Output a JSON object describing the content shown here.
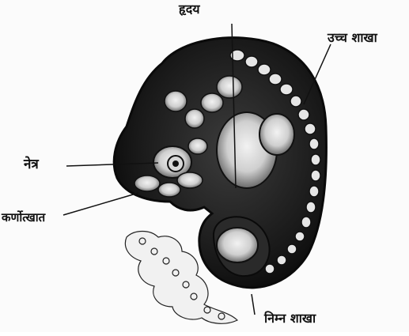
{
  "labels": {
    "top": "हृदय",
    "right": "उच्च शाखा",
    "left": "नेत्र",
    "ear": "कर्णोत्खात",
    "bottom": "निम्न शाखा"
  },
  "colors": {
    "ink": "#111111",
    "body": "#1d1d1d",
    "highlight": "#e9e9e9",
    "background": "#fbfbfb"
  }
}
